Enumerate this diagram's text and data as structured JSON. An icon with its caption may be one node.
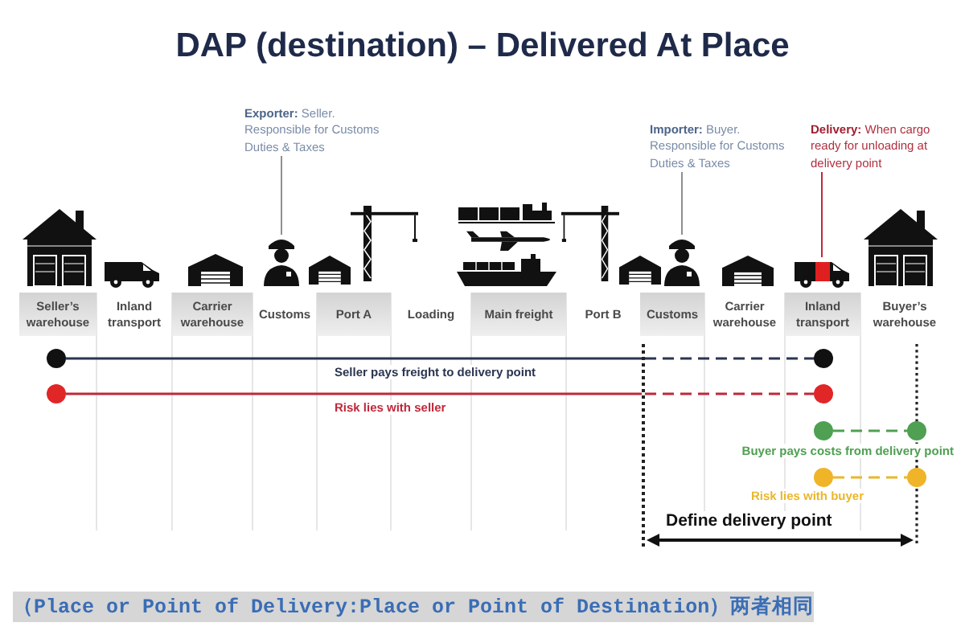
{
  "diagram": {
    "title": "DAP (destination) – Delivered At Place",
    "caption": "（Place or Point of Delivery:Place or Point of Destination）两者相同",
    "nodes": [
      {
        "text": [
          "**Exporter:** Seller. Responsible for Customs Duties & Taxes"
        ]
      },
      {
        "text": [
          "**Importer:** Buyer. Responsible for Customs Duties & Taxes"
        ]
      },
      {
        "text": [
          "**Delivery:** When cargo ready for unloading at delivery point"
        ]
      },
      {
        "text": [],
        "shape": "person"
      },
      {
        "text": [],
        "shape": "person"
      },
      {
        "text": [],
        "shape": "picture"
      },
      {
        "text": [
          "Seller’s warehouse"
        ]
      },
      {
        "text": [
          "Inland transport"
        ]
      },
      {
        "text": [
          "Carrier warehouse"
        ]
      },
      {
        "text": [
          "Customs"
        ]
      },
      {
        "text": [
          "Port A"
        ]
      },
      {
        "text": [
          "Loading"
        ]
      },
      {
        "text": [
          "Main freight"
        ]
      },
      {
        "text": [
          "Port B"
        ]
      },
      {
        "text": [
          "Customs"
        ]
      },
      {
        "text": [
          "Carrier warehouse"
        ]
      },
      {
        "text": [
          "Inland transport"
        ]
      },
      {
        "text": [
          "Buyer’s warehouse"
        ]
      },
      {
        "text": [],
        "shape": "bar"
      },
      {
        "text": [],
        "shape": "circle"
      },
      {
        "text": [],
        "shape": "circle"
      },
      {
        "text": [],
        "shape": "circle"
      },
      {
        "text": [],
        "shape": "circle"
      },
      {
        "text": [],
        "shape": "circle"
      },
      {
        "text": [],
        "shape": "circle"
      },
      {
        "text": [],
        "shape": "circle"
      },
      {
        "text": [],
        "shape": "circle"
      }
    ],
    "edges": [
      {
        "from": 0,
        "to": 3,
        "arrow": "none",
        "color": "#8f8f8f"
      },
      {
        "from": 1,
        "to": 4,
        "arrow": "none",
        "color": "#8f8f8f"
      },
      {
        "from": 2,
        "to": 5,
        "arrow": "none",
        "color": "#c0283a"
      },
      {
        "from": 19,
        "to": 18,
        "arrow": "none",
        "label": "Seller pays freight to delivery point",
        "color": "#2b3550"
      },
      {
        "from": 18,
        "to": 20,
        "arrow": "none",
        "style": "dashed",
        "color": "#2b3550"
      },
      {
        "from": 21,
        "to": 18,
        "arrow": "none",
        "label": "Risk lies with seller",
        "color": "#c0283a"
      },
      {
        "from": 18,
        "to": 22,
        "arrow": "none",
        "style": "dashed",
        "color": "#c0283a"
      },
      {
        "from": 23,
        "to": 24,
        "arrow": "none",
        "label": "Buyer pays costs from delivery point",
        "style": "dashed",
        "color": "#4fa052"
      },
      {
        "from": 25,
        "to": 26,
        "arrow": "none",
        "label": "Risk lies with buyer",
        "style": "dashed",
        "color": "#eab72c"
      }
    ],
    "labels": [
      "Define delivery point"
    ]
  }
}
